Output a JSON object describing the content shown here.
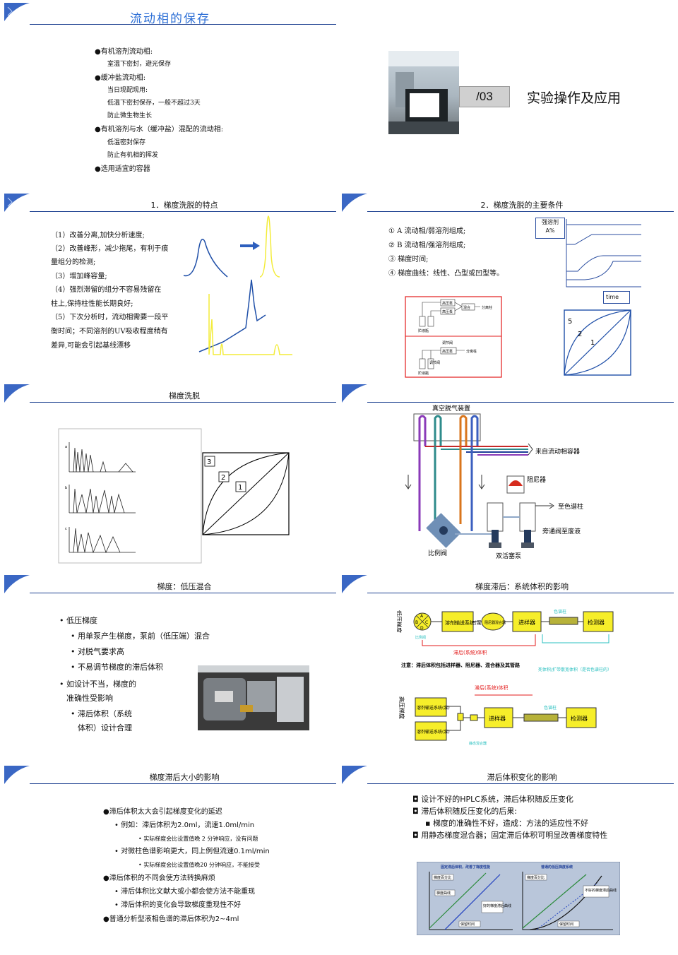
{
  "s1": {
    "title": "流动相的保存",
    "lines": [
      "●有机溶剂流动相:",
      "室温下密封，避光保存",
      "●缓冲盐流动相:",
      "当日现配现用:",
      "低温下密封保存，一般不超过3天",
      "防止微生物生长",
      "●有机溶剂与水（缓冲盐）混配的流动相:",
      "低温密封保存",
      "防止有机相的挥发",
      "●选用适宜的容器"
    ]
  },
  "s2": {
    "number": "/03",
    "title": "实验操作及应用"
  },
  "s3": {
    "title": "1．梯度洗脱的特点",
    "lines": [
      "（1）改善分离,加快分析速度;",
      "（2）改善峰形，减少拖尾，有利于痕",
      "量组分的检测;",
      "（3）增加峰容量;",
      "（4）强烈滞留的组分不容易残留在",
      "柱上,保持柱性能长期良好;",
      "（5）下次分析时，流动相需要一段平",
      "衡时间；不同溶剂的UV吸收程度稍有",
      "差异,可能会引起基线漂移"
    ]
  },
  "s4": {
    "title": "2．梯度洗脱的主要条件",
    "lines": [
      "① A 流动相/弱溶剂组成;",
      "② B 流动相/强溶剂组成;",
      "③ 梯度时间;",
      "④ 梯度曲线：线性、凸型或凹型等。"
    ],
    "axis_y": "强溶剂\nA%",
    "axis_y1": "强溶剂",
    "axis_y2": "A%",
    "axis_x": "time",
    "curves": [
      "5",
      "2",
      "1"
    ],
    "diagram": {
      "pump": "高压泵",
      "mixer": "混合",
      "column": "分离柱",
      "reservoir": "贮液瓶",
      "valve": "调节阀"
    }
  },
  "s5": {
    "title": "梯度洗脱",
    "curves": [
      "3",
      "2",
      "1"
    ],
    "panels": [
      "a",
      "b",
      "c"
    ]
  },
  "s6": {
    "degasser": "真空脱气装置",
    "from_reservoir": "来自流动相容器",
    "damper": "阻尼器",
    "to_column": "至色谱柱",
    "bypass": "旁通阀至废液",
    "proportion_valve": "比例阀",
    "pump": "双活塞泵"
  },
  "s7": {
    "title": "梯度：低压混合",
    "lines": [
      "• 低压梯度",
      "• 用单泵产生梯度，泵前（低压端）混合",
      "• 对脱气要求高",
      "• 不易调节梯度的滞后体积",
      "• 如设计不当，梯度的",
      "准确性受影响",
      "• 滞后体积（系统",
      "体积）设计合理"
    ]
  },
  "s8": {
    "title": "梯度滞后：系统体积的影响",
    "low_pressure": "低压梯度",
    "high_pressure": "高压梯度",
    "pump": "溶剂输送系统(泵)",
    "mixer": "阻尼器混合器",
    "injector": "进样器",
    "column": "色谱柱",
    "detector": "检测器",
    "delay": "滞后(系统)体积",
    "prop_valve": "比例阀",
    "note": "注意：滞后体积包括进样器、阻尼器、混合器及其管路",
    "extra": "死体积/扩带散宽体积（是否色谱柱的）",
    "static_mixer": "静态混合器",
    "valve_letters": [
      "A",
      "B",
      "C",
      "D"
    ]
  },
  "s9": {
    "title": "梯度滞后大小的影响",
    "lines": [
      "●滞后体积太大会引起梯度变化的延迟",
      "• 例如：滞后体积为2.0ml，流速1.0ml/min",
      "• 实际梯度会比设置值晚 2 分钟响应，没有问题",
      "• 对微柱色谱影响更大，同上例但流速0.1ml/min",
      "• 实际梯度会比设置值晚20 分钟响应，不能接受",
      "●滞后体积的不同会使方法转换麻烦",
      "• 滞后体积比文献大或小都会使方法不能重现",
      "• 滞后体积的变化会导致梯度重现性不好",
      "●普通分析型液相色谱的滞后体积为2~4ml"
    ]
  },
  "s10": {
    "title": "滞后体积变化的影响",
    "lines": [
      "◘ 设计不好的HPLC系统，滞后体积随反压变化",
      "◘ 滞后体积随反压变化的后果:",
      "▪ 梯度的准确性不好，造成：方法的适应性不好",
      "◘ 用静态梯度混合器；固定滞后体积可明显改善梯度特性"
    ],
    "chart": {
      "left_title": "固定滞后体积，改善了梯度性能",
      "right_title": "普通的低压梯度系统",
      "y_label": "梯度百分比",
      "x_label": "保留时间",
      "left_series": "梯度曲线",
      "left_annot": "好的梯度滞后曲线",
      "right_annot": "不好的梯度滞后曲线"
    }
  }
}
